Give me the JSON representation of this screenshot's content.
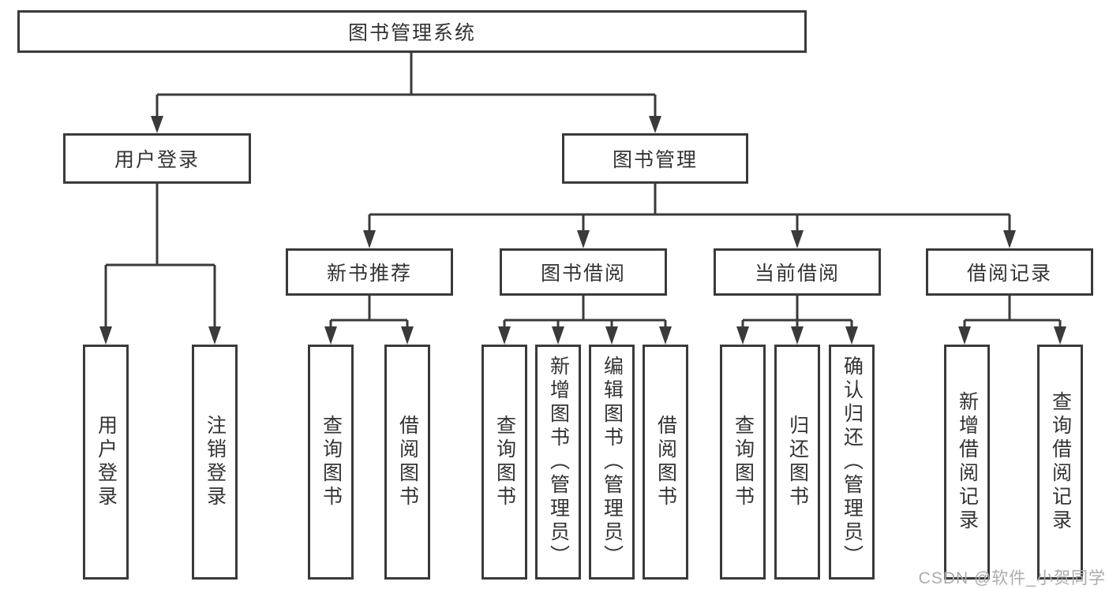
{
  "diagram": {
    "title": "图书管理系统",
    "branches": {
      "user_login": "用户登录",
      "book_mgmt": "图书管理"
    },
    "modules": {
      "new_books": "新书推荐",
      "book_borrow": "图书借阅",
      "current_borrow": "当前借阅",
      "borrow_records": "借阅记录"
    },
    "leaves": {
      "user_login": [
        "用户登录",
        "注销登录"
      ],
      "new_books": [
        "查询图书",
        "借阅图书"
      ],
      "book_borrow": [
        "查询图书",
        "新增图书（管理员）",
        "编辑图书（管理员）",
        "借阅图书"
      ],
      "current_borrow": [
        "查询图书",
        "归还图书",
        "确认归还（管理员）"
      ],
      "borrow_records": [
        "新增借阅记录",
        "查询借阅记录"
      ]
    }
  },
  "watermark": "CSDN @软件_小贺同学",
  "colors": {
    "line": "#3a3a3a",
    "text": "#333333",
    "watermark": "#ababab",
    "background": "#ffffff"
  }
}
